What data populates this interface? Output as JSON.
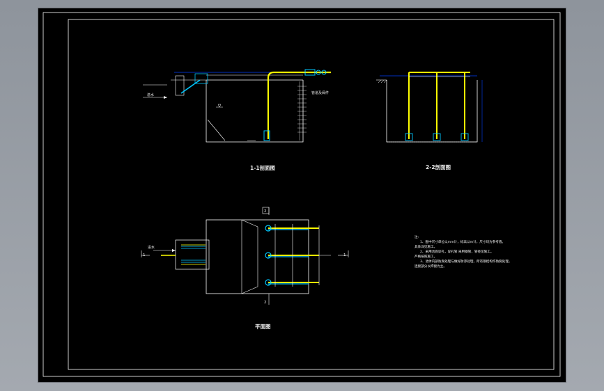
{
  "drawing": {
    "sections": {
      "section_1_1": {
        "title": "1-1剖面图",
        "inflow": "进水",
        "pipe_note": "管道及阀件"
      },
      "section_2_2": {
        "title": "2-2剖面图"
      },
      "plan": {
        "title": "平面图",
        "inflow": "进水",
        "mark_1": "1",
        "mark_1b": "1",
        "mark_2": "2",
        "mark_2b": "2"
      }
    },
    "notes": {
      "heading": "注:",
      "lines": [
        "1、图中尺寸单位以mm计，标高以m计，尺寸均为参考值。",
        "具体详见施工。",
        "2、采用池底穿孔，穿孔管 采用钢管，管径见施工。",
        "严格按照施工。",
        "3、池体内部防腐处理与做好防渗处理，所有钢结构作防腐处理，",
        "连接部分以焊接为主。"
      ]
    },
    "colors": {
      "background": "#000000",
      "line": "#ffffff",
      "pipe": "#ffff00",
      "pipe_alt": "#00c8ff",
      "dimension": "#0040ff"
    }
  }
}
